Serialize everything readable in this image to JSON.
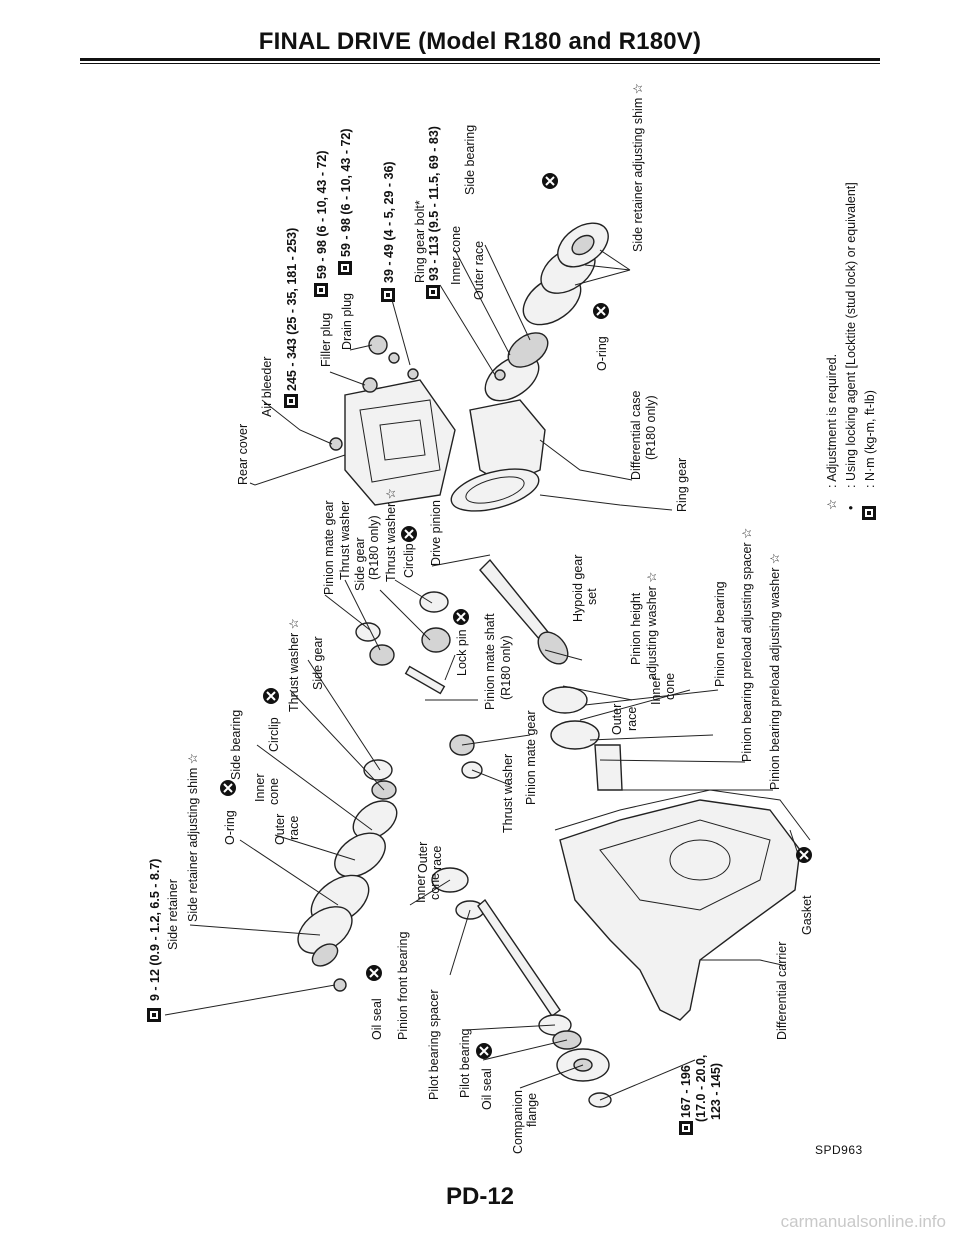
{
  "header": {
    "title": "FINAL DRIVE (Model R180 and R180V)"
  },
  "footer": {
    "page": "PD-12",
    "code": "SPD963"
  },
  "watermark": "carmanualsonline.info",
  "labels": {
    "air_bleeder": "Air bleeder",
    "air_bleeder_torque": "245 - 343 (25 - 35, 181 - 253)",
    "filler_plug": "Filler plug",
    "filler_torque": "59 - 98 (6 - 10, 43 - 72)",
    "drain_plug": "Drain plug",
    "drain_torque": "59 - 98 (6 - 10, 43 - 72)",
    "cover_bolt_torque": "39 - 49 (4 - 5, 29 - 36)",
    "ring_gear_bolt": "Ring gear bolt*",
    "ring_gear_bolt_torque": "93 - 113 (9.5 - 11.5, 69 - 83)",
    "inner_cone_r": "Inner cone",
    "outer_race_r": "Outer race",
    "side_bearing_r": "Side bearing",
    "side_retainer_shim_r": "Side retainer adjusting shim ☆",
    "o_ring_r": "O-ring",
    "rear_cover": "Rear cover",
    "diff_case": "Differential case",
    "diff_case_note": "(R180 only)",
    "ring_gear": "Ring gear",
    "pinion_mate_gear_top": "Pinion mate gear",
    "thrust_washer_a": "Thrust washer",
    "side_gear_r180": "Side gear",
    "side_gear_r180_note": "(R180 only)",
    "thrust_washer_b": "Thrust washer ☆",
    "circlip_a": "Circlip",
    "drive_pinion": "Drive pinion",
    "thrust_washer_c": "Thrust washer ☆",
    "side_gear_l": "Side gear",
    "pinion_mate_shaft": "Pinion mate shaft",
    "pinion_mate_shaft_note": "(R180 only)",
    "lock_pin": "Lock pin",
    "hypoid_gear_set": "Hypoid gear",
    "hypoid_gear_set2": "set",
    "pinion_height_shim": "Pinion height",
    "pinion_height_shim2": "adjusting washer ☆",
    "pinion_rear_bearing": "Pinion rear bearing",
    "inner_cone_p": "Inner",
    "inner_cone_p2": "cone",
    "outer_race_p": "Outer",
    "outer_race_p2": "race",
    "preload_spacer": "Pinion bearing preload adjusting spacer ☆",
    "preload_washer": "Pinion bearing preload adjusting washer ☆",
    "thrust_washer_d": "Thrust washer",
    "pinion_mate_gear_b": "Pinion mate gear",
    "circlip_b": "Circlip",
    "side_bearing_l": "Side bearing",
    "inner_cone_l": "Inner",
    "inner_cone_l2": "cone",
    "outer_race_l": "Outer",
    "outer_race_l2": "race",
    "o_ring_l": "O-ring",
    "side_retainer_shim_l": "Side retainer adjusting shim ☆",
    "side_retainer": "Side retainer",
    "side_retainer_torque": "9 - 12 (0.9 - 1.2, 6.5 - 8.7)",
    "oil_seal_l": "Oil seal",
    "pinion_front_bearing": "Pinion front bearing",
    "inner_cone_f": "Inner",
    "inner_cone_f2": "cone",
    "outer_race_f": "Outer",
    "outer_race_f2": "race",
    "pilot_spacer": "Pilot bearing spacer",
    "pilot_bearing": "Pilot bearing",
    "oil_seal_f": "Oil seal",
    "companion_flange": "Companion",
    "companion_flange2": "flange",
    "nut_torque1": "167 - 196",
    "nut_torque2": "(17.0 - 20.0,",
    "nut_torque3": "123 - 145)",
    "diff_carrier": "Differential carrier",
    "gasket": "Gasket"
  },
  "legend": {
    "adjust": ": Adjustment is required.",
    "locking": ": Using locking agent [Locktite (stud lock) or equivalent]",
    "unit": ": N·m (kg-m, ft-lb)",
    "star": "☆",
    "dot": "•"
  }
}
